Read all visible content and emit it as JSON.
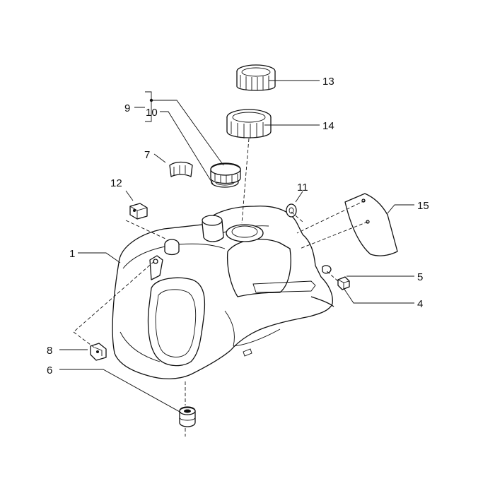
{
  "labels": {
    "p1": "1",
    "p4": "4",
    "p5": "5",
    "p6": "6",
    "p7": "7",
    "p8": "8",
    "p9": "9",
    "p10": "10",
    "p11": "11",
    "p12": "12",
    "p13": "13",
    "p14": "14",
    "p15": "15"
  }
}
